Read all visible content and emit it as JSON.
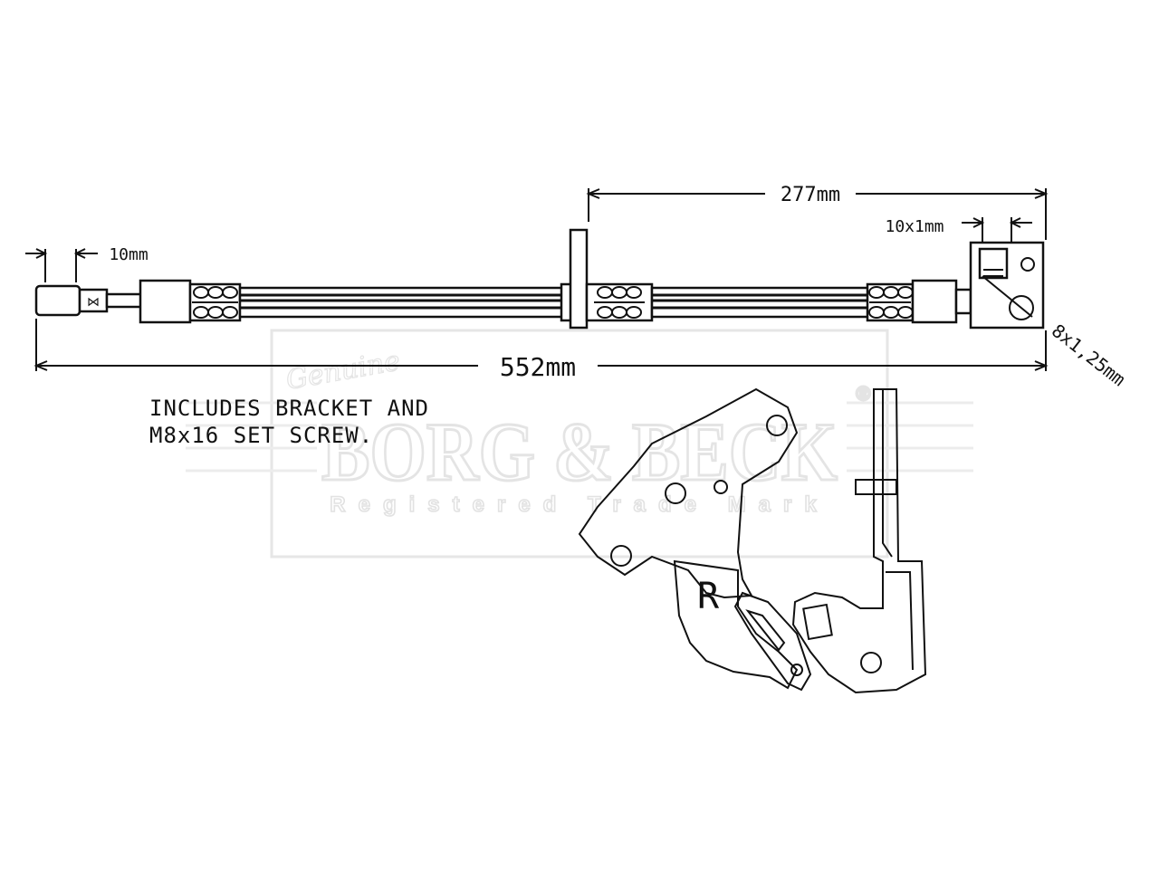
{
  "dimensions": {
    "overall_length": "552mm",
    "bracket_position": "277mm",
    "end_fitting_hex": "10mm",
    "end_fitting_thread": "10x1mm",
    "banjo_thread": "8x1,25mm"
  },
  "note": {
    "line1": "INCLUDES BRACKET AND",
    "line2": "M8x16 SET SCREW."
  },
  "bracket_side_label": "R",
  "watermark": {
    "script": "Genuine",
    "brand": "BORG & BECK",
    "registered_mark": "®",
    "subtitle": "Registered Trade Mark"
  },
  "colors": {
    "line": "#111111",
    "watermark_outline": "#e4e4e4",
    "background": "#ffffff"
  }
}
